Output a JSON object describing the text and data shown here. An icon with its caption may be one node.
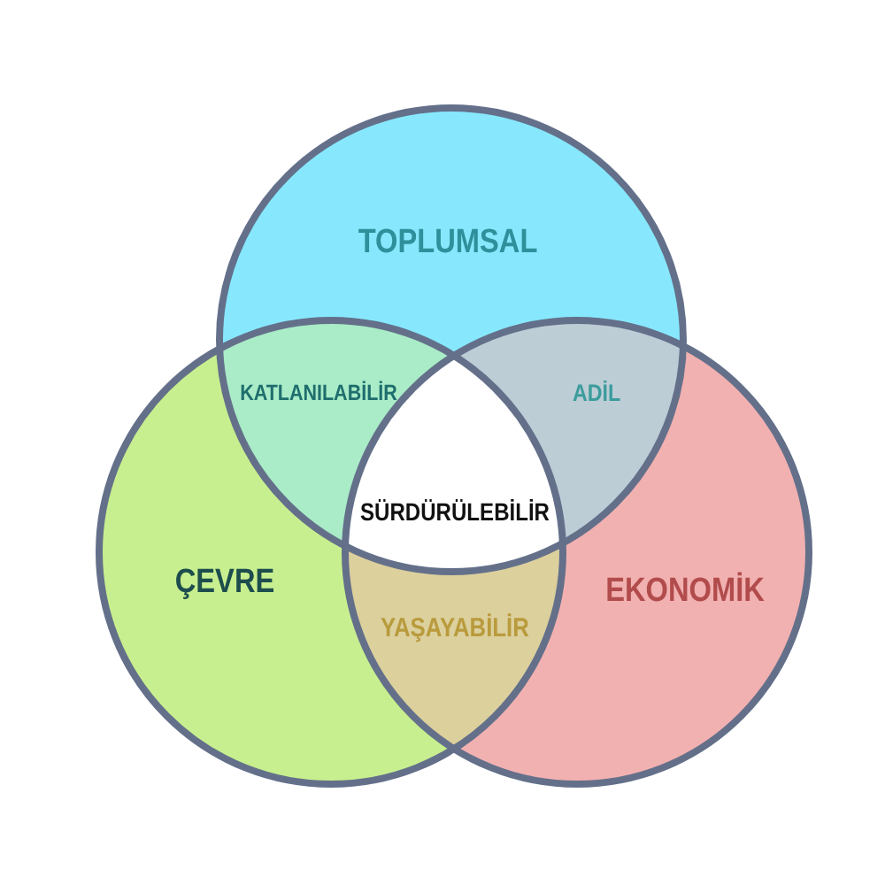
{
  "diagram": {
    "nodes": [
      {
        "text": [
          "TOPLUMSAL"
        ]
      },
      {
        "text": [
          "ÇEVRE"
        ]
      },
      {
        "text": [
          "EKONOMİK"
        ]
      },
      {
        "text": [
          "KATLANILABİLİR"
        ]
      },
      {
        "text": [
          "ADİL"
        ]
      },
      {
        "text": [
          "YAŞAYABİLİR"
        ]
      },
      {
        "text": [
          "SÜRDÜRÜLEBİLİR"
        ]
      }
    ],
    "edges": []
  }
}
